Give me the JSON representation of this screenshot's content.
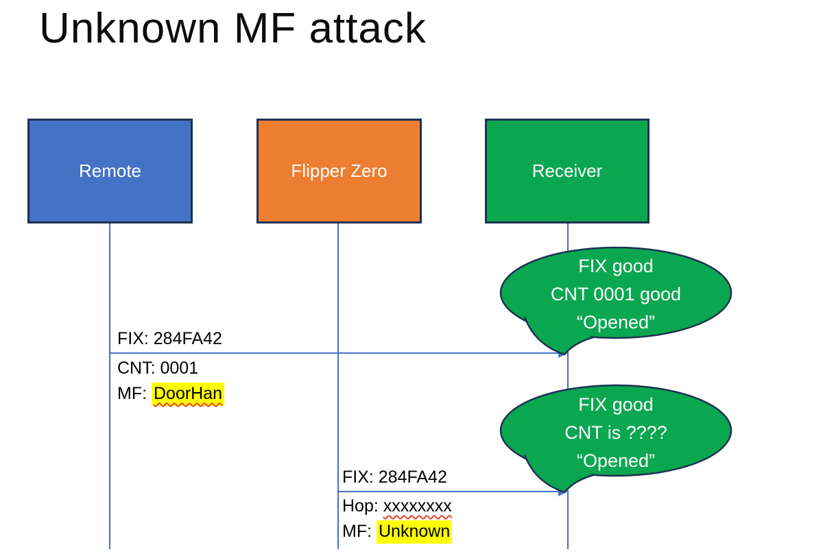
{
  "title": "Unknown MF attack",
  "colors": {
    "remote_fill": "#4472C4",
    "flipper_fill": "#ED7D31",
    "receiver_fill": "#0AA750",
    "bubble_fill": "#0AA750",
    "shape_border": "#1F3151",
    "connector_blue": "#4472C4",
    "highlight_yellow": "#FFFF00",
    "squiggle_red": "#E5432D"
  },
  "actors": [
    {
      "label": "Remote"
    },
    {
      "label": "Flipper Zero"
    },
    {
      "label": "Receiver"
    }
  ],
  "messages": [
    {
      "from": "Remote",
      "to": "Receiver",
      "fix": "FIX: 284FA42",
      "cnt": "CNT: 0001",
      "mf_prefix": "MF: ",
      "mf_value": "DoorHan"
    },
    {
      "from": "Flipper Zero",
      "to": "Receiver",
      "fix": "FIX: 284FA42",
      "hop_prefix": "Hop: ",
      "hop_value": "xxxxxxxx",
      "mf_prefix": "MF: ",
      "mf_value": "Unknown"
    }
  ],
  "bubbles": [
    {
      "lines": [
        "FIX good",
        "CNT 0001 good",
        "“Opened”"
      ]
    },
    {
      "lines": [
        "FIX good",
        "CNT is ????",
        "“Opened”"
      ]
    }
  ]
}
